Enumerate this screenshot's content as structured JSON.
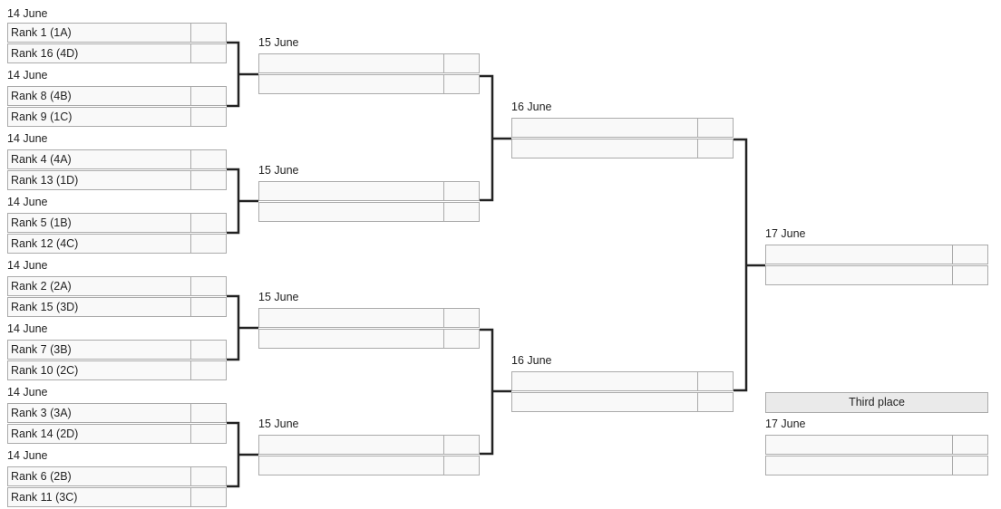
{
  "rounds": {
    "round_of_16": {
      "date": "14 June",
      "matches": [
        {
          "date": "14 June",
          "team1": "Rank 1 (1A)",
          "team2": "Rank 16 (4D)",
          "score1": "",
          "score2": ""
        },
        {
          "date": "14 June",
          "team1": "Rank 8 (4B)",
          "team2": "Rank 9 (1C)",
          "score1": "",
          "score2": ""
        },
        {
          "date": "14 June",
          "team1": "Rank 4 (4A)",
          "team2": "Rank 13 (1D)",
          "score1": "",
          "score2": ""
        },
        {
          "date": "14 June",
          "team1": "Rank 5 (1B)",
          "team2": "Rank 12 (4C)",
          "score1": "",
          "score2": ""
        },
        {
          "date": "14 June",
          "team1": "Rank 2 (2A)",
          "team2": "Rank 15 (3D)",
          "score1": "",
          "score2": ""
        },
        {
          "date": "14 June",
          "team1": "Rank 7 (3B)",
          "team2": "Rank 10 (2C)",
          "score1": "",
          "score2": ""
        },
        {
          "date": "14 June",
          "team1": "Rank 3 (3A)",
          "team2": "Rank 14 (2D)",
          "score1": "",
          "score2": ""
        },
        {
          "date": "14 June",
          "team1": "Rank 6 (2B)",
          "team2": "Rank 11 (3C)",
          "score1": "",
          "score2": ""
        }
      ]
    },
    "quarterfinals": {
      "matches": [
        {
          "date": "15 June",
          "team1": "",
          "team2": "",
          "score1": "",
          "score2": ""
        },
        {
          "date": "15 June",
          "team1": "",
          "team2": "",
          "score1": "",
          "score2": ""
        },
        {
          "date": "15 June",
          "team1": "",
          "team2": "",
          "score1": "",
          "score2": ""
        },
        {
          "date": "15 June",
          "team1": "",
          "team2": "",
          "score1": "",
          "score2": ""
        }
      ]
    },
    "semifinals": {
      "matches": [
        {
          "date": "16 June",
          "team1": "",
          "team2": "",
          "score1": "",
          "score2": ""
        },
        {
          "date": "16 June",
          "team1": "",
          "team2": "",
          "score1": "",
          "score2": ""
        }
      ]
    },
    "final": {
      "matches": [
        {
          "date": "17 June",
          "team1": "",
          "team2": "",
          "score1": "",
          "score2": ""
        }
      ]
    },
    "third_place": {
      "label": "Third place",
      "matches": [
        {
          "date": "17 June",
          "team1": "",
          "team2": "",
          "score1": "",
          "score2": ""
        }
      ]
    }
  }
}
